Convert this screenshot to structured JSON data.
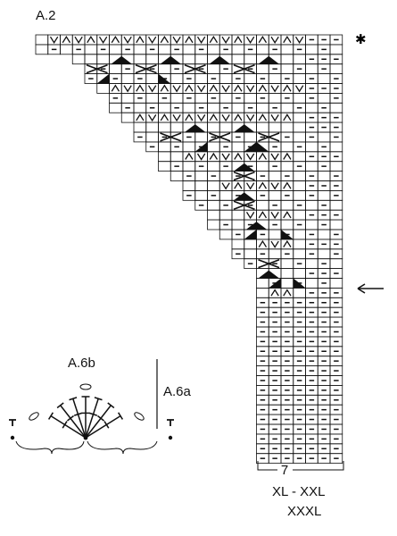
{
  "chart_title": "A.2",
  "repeat_count": "7",
  "size_line_1": "XL - XXL",
  "size_line_2": "XXXL",
  "star_symbol": "✱",
  "label_a6b": "A.6b",
  "label_a6a": "A.6a",
  "colors": {
    "ink": "#111111",
    "background": "#ffffff"
  }
}
